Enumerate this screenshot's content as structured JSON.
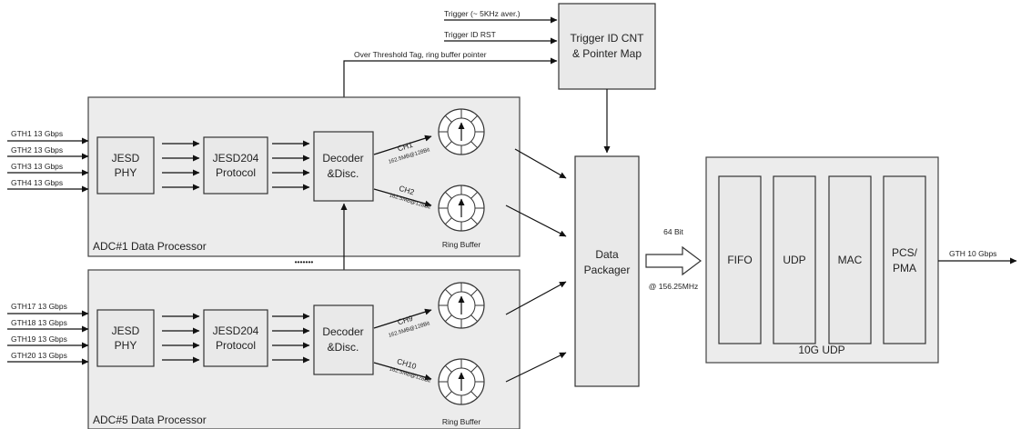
{
  "trigger": {
    "input_trigger": "Trigger (~ 5KHz aver.)",
    "input_rst": "Trigger ID RST",
    "input_over": "Over Threshold Tag, ring buffer pointer",
    "block_line1": "Trigger ID CNT",
    "block_line2": "& Pointer Map"
  },
  "adc1": {
    "panel_label": "ADC#1 Data Processor",
    "gth_inputs": [
      "GTH1 13 Gbps",
      "GTH2 13 Gbps",
      "GTH3 13 Gbps",
      "GTH4 13 Gbps"
    ],
    "jesd_phy": [
      "JESD",
      "PHY"
    ],
    "jesd204": [
      "JESD204",
      "Protocol"
    ],
    "decoder": [
      "Decoder",
      "&Disc."
    ],
    "ch_a": "CH1",
    "ch_b": "CH2",
    "rate_a": "162.5MB@128Bit",
    "rate_b": "162.5MB@128Bit",
    "ring_label": "Ring Buffer"
  },
  "adc5": {
    "panel_label": "ADC#5 Data Processor",
    "gth_inputs": [
      "GTH17 13 Gbps",
      "GTH18 13 Gbps",
      "GTH19 13 Gbps",
      "GTH20 13 Gbps"
    ],
    "jesd_phy": [
      "JESD",
      "PHY"
    ],
    "jesd204": [
      "JESD204",
      "Protocol"
    ],
    "decoder": [
      "Decoder",
      "&Disc."
    ],
    "ch_a": "CH9",
    "ch_b": "CH10",
    "rate_a": "162.5MB@128Bit",
    "rate_b": "162.5MB@128Bit",
    "ring_label": "Ring Buffer"
  },
  "ellipsis": "•••••••",
  "packager": {
    "line1": "Data",
    "line2": "Packager"
  },
  "bus": {
    "width": "64 Bit",
    "clock": "@ 156.25MHz"
  },
  "udp": {
    "panel_label": "10G UDP",
    "fifo": "FIFO",
    "udp": "UDP",
    "mac": "MAC",
    "pcs_line1": "PCS/",
    "pcs_line2": "PMA"
  },
  "output": "GTH 10 Gbps"
}
